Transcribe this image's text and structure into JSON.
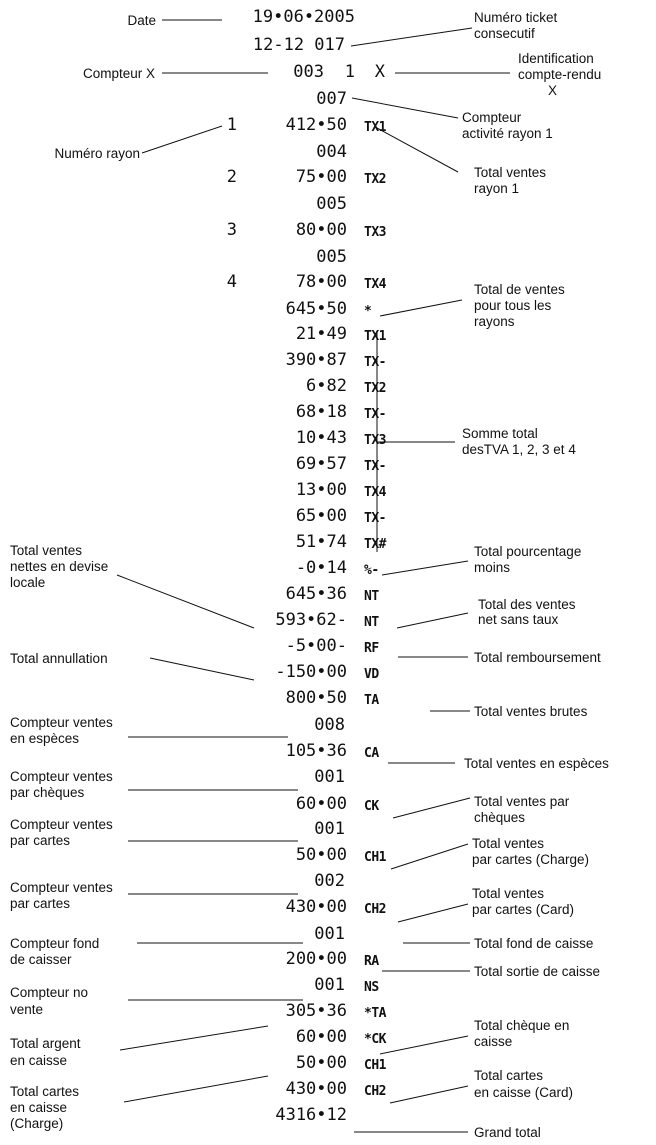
{
  "header": {
    "date": "19•06•2005",
    "ticket": "12-12 017",
    "compteur_a": "003",
    "compteur_b": "1",
    "compteur_c": "X"
  },
  "rows": [
    {
      "dept": "",
      "value": "007",
      "code": ""
    },
    {
      "dept": "1",
      "value": "412•50",
      "code": "TX1"
    },
    {
      "dept": "",
      "value": "004",
      "code": ""
    },
    {
      "dept": "2",
      "value": "75•00",
      "code": "TX2"
    },
    {
      "dept": "",
      "value": "005",
      "code": ""
    },
    {
      "dept": "3",
      "value": "80•00",
      "code": "TX3"
    },
    {
      "dept": "",
      "value": "005",
      "code": ""
    },
    {
      "dept": "4",
      "value": "78•00",
      "code": "TX4"
    },
    {
      "dept": "",
      "value": "645•50",
      "code": "*"
    },
    {
      "dept": "",
      "value": "21•49",
      "code": "TX1"
    },
    {
      "dept": "",
      "value": "390•87",
      "code": "TX-"
    },
    {
      "dept": "",
      "value": "6•82",
      "code": "TX2"
    },
    {
      "dept": "",
      "value": "68•18",
      "code": "TX-"
    },
    {
      "dept": "",
      "value": "10•43",
      "code": "TX3"
    },
    {
      "dept": "",
      "value": "69•57",
      "code": "TX-"
    },
    {
      "dept": "",
      "value": "13•00",
      "code": "TX4"
    },
    {
      "dept": "",
      "value": "65•00",
      "code": "TX-"
    },
    {
      "dept": "",
      "value": "51•74",
      "code": "TX#"
    },
    {
      "dept": "",
      "value": "-0•14",
      "code": "%-"
    },
    {
      "dept": "",
      "value": "645•36",
      "code": "NT"
    },
    {
      "dept": "",
      "value": "593•62-",
      "code": "NT"
    },
    {
      "dept": "",
      "value": "-5•00-",
      "code": "RF"
    },
    {
      "dept": "",
      "value": "-150•00",
      "code": "VD"
    },
    {
      "dept": "",
      "value": "800•50",
      "code": "TA"
    },
    {
      "dept": "",
      "value": "008",
      "code": ""
    },
    {
      "dept": "",
      "value": "105•36",
      "code": "CA"
    },
    {
      "dept": "",
      "value": "001",
      "code": ""
    },
    {
      "dept": "",
      "value": "60•00",
      "code": "CK"
    },
    {
      "dept": "",
      "value": "001",
      "code": ""
    },
    {
      "dept": "",
      "value": "50•00",
      "code": "CH1"
    },
    {
      "dept": "",
      "value": "002",
      "code": ""
    },
    {
      "dept": "",
      "value": "430•00",
      "code": "CH2"
    },
    {
      "dept": "",
      "value": "001",
      "code": ""
    },
    {
      "dept": "",
      "value": "200•00",
      "code": "RA"
    },
    {
      "dept": "",
      "value": "001",
      "code": "NS"
    },
    {
      "dept": "",
      "value": "305•36",
      "code": "*TA"
    },
    {
      "dept": "",
      "value": "60•00",
      "code": "*CK"
    },
    {
      "dept": "",
      "value": "50•00",
      "code": "CH1"
    },
    {
      "dept": "",
      "value": "430•00",
      "code": "CH2"
    },
    {
      "dept": "",
      "value": "4316•12",
      "code": ""
    }
  ],
  "left_labels": {
    "date": "Date",
    "compteur_x": "Compteur X",
    "numero_rayon": "Numéro rayon",
    "ventes_nettes": [
      "Total ventes",
      "nettes en devise",
      "locale"
    ],
    "annullation": "Total annullation",
    "cpt_especes": [
      "Compteur  ventes",
      "en espèces"
    ],
    "cpt_cheques": [
      "Compteur  ventes",
      "par chèques"
    ],
    "cpt_cartes1": [
      "Compteur  ventes",
      "par cartes"
    ],
    "cpt_cartes2": [
      "Compteur  ventes",
      "par cartes"
    ],
    "cpt_fond": [
      "Compteur fond",
      "de caisser"
    ],
    "cpt_novente": [
      "Compteur no",
      "vente"
    ],
    "argent": [
      "Total argent",
      "en caisse"
    ],
    "cartes_charge": [
      "Total cartes",
      "en caisse",
      "(Charge)"
    ]
  },
  "right_labels": {
    "ticket": [
      "Numéro ticket",
      "consecutif"
    ],
    "ident": [
      "Identification",
      "compte-rendu",
      "X"
    ],
    "activite": [
      "Compteur",
      "activité rayon 1"
    ],
    "ventes_rayon": [
      "Total ventes",
      "rayon 1"
    ],
    "tous_rayons": [
      "Total de ventes",
      "pour tous les",
      "rayons"
    ],
    "somme_tva": [
      "Somme total",
      "desTVA 1, 2, 3 et 4"
    ],
    "pourcentage": [
      "Total pourcentage",
      "moins"
    ],
    "sans_taux": [
      "Total des ventes",
      "net sans taux"
    ],
    "remboursement": "Total remboursement",
    "brutes": "Total ventes brutes",
    "especes": "Total ventes en espèces",
    "cheques": [
      "Total ventes par",
      "chèques"
    ],
    "cartes_charge": [
      "Total ventes",
      "par cartes (Charge)"
    ],
    "cartes_card": [
      "Total ventes",
      "par cartes (Card)"
    ],
    "fond": "Total fond de caisse",
    "sortie": "Total sortie de caisse",
    "cheque_caisse": [
      "Total chèque en",
      "caisse"
    ],
    "cartes_caisse_card": [
      "Total cartes",
      "en caisse (Card)"
    ],
    "grand_total": "Grand total"
  }
}
